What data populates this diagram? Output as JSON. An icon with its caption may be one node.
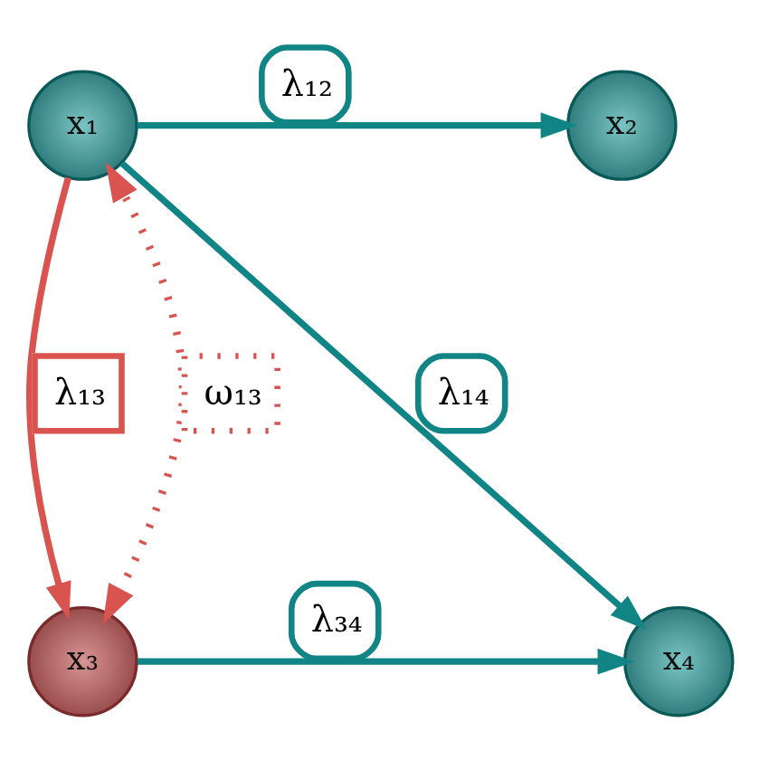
{
  "diagram": {
    "nodes": [
      {
        "text": [
          "x₁"
        ]
      },
      {
        "text": [
          "x₂"
        ]
      },
      {
        "text": [
          "x₃"
        ]
      },
      {
        "text": [
          "x₄"
        ]
      }
    ],
    "edges": [
      {
        "from": 0,
        "to": 1,
        "arrow": "to",
        "label": "λ₁₂"
      },
      {
        "from": 2,
        "to": 0,
        "arrow": "both",
        "label": "ω₁₃",
        "style": "dashed",
        "color": "#d9534f"
      },
      {
        "from": 0,
        "to": 2,
        "arrow": "to",
        "label": "λ₁₃",
        "color": "#d9534f"
      },
      {
        "from": 0,
        "to": 3,
        "arrow": "to",
        "label": "λ₁₄"
      },
      {
        "from": 2,
        "to": 3,
        "arrow": "to",
        "label": "λ₃₄"
      }
    ]
  }
}
